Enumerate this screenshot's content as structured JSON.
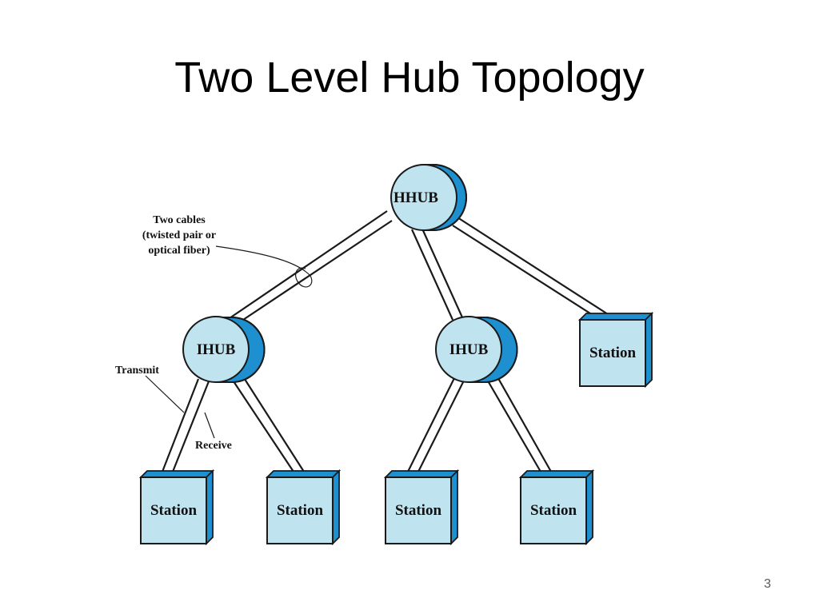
{
  "slide": {
    "title": "Two Level Hub Topology",
    "page_number": "3"
  },
  "diagram": {
    "hubs": {
      "root": "HHUB",
      "left": "IHUB",
      "right": "IHUB"
    },
    "stations": {
      "right_top": "Station",
      "bottom_1": "Station",
      "bottom_2": "Station",
      "bottom_3": "Station",
      "bottom_4": "Station"
    },
    "annotations": {
      "cables_line1": "Two cables",
      "cables_line2": "(twisted pair or",
      "cables_line3": "optical fiber)",
      "transmit": "Transmit",
      "receive": "Receive"
    },
    "colors": {
      "node_fill": "#bfe3ef",
      "node_side": "#1e90d0",
      "outline": "#1a1a1a"
    }
  }
}
